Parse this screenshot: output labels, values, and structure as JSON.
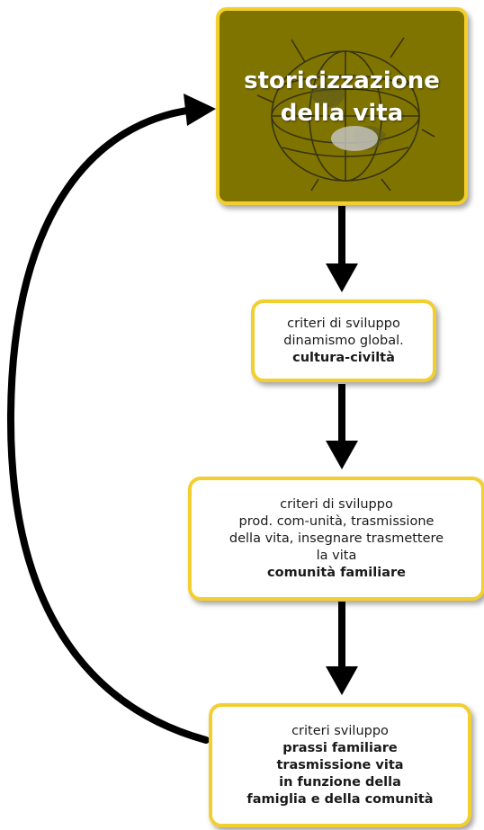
{
  "nodes": {
    "main": {
      "lines": [
        "storicizzazione",
        "della vita"
      ]
    },
    "box2": {
      "lines": [
        "criteri di sviluppo",
        "dinamismo global."
      ],
      "bold_lines": [
        "cultura-civiltà"
      ]
    },
    "box3": {
      "lines": [
        "criteri di sviluppo",
        "prod. com-unità, trasmissione",
        "della vita, insegnare trasmettere",
        "la vita"
      ],
      "bold_lines": [
        "comunità familiare"
      ]
    },
    "box4": {
      "lines": [
        "criteri sviluppo"
      ],
      "bold_lines": [
        "prassi familiare",
        "trasmissione vita",
        "in funzione della",
        "famiglia e della comunità"
      ]
    }
  },
  "colors": {
    "main_fill": "#807400",
    "border": "#f2cf2e",
    "arrow": "#000000"
  },
  "icons": {
    "main_background": "globe-icon"
  }
}
